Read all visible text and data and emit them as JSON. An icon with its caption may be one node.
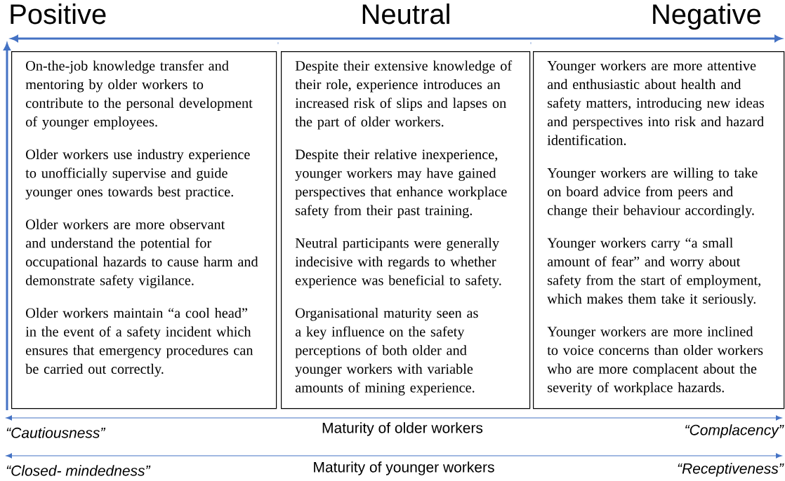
{
  "diagram": {
    "nodes": [
      {
        "text": [
          "On-the-job knowledge transfer and mentoring by older workers to contribute to the personal development of younger employees.",
          "Older workers use industry experience to unofficially supervise and guide younger ones towards best practice.",
          "Older workers are more observant and understand the potential for occupational hazards to cause harm and demonstrate safety vigilance.",
          "Older workers maintain “a cool head” in the event of a safety incident which ensures that emergency procedures can be carried out correctly."
        ]
      },
      {
        "text": [
          "Despite their extensive knowledge of their role, experience introduces an increased risk of slips and lapses on the part of older workers.",
          "Despite their relative inexperience, younger workers may have gained perspectives that enhance workplace safety from their past training.",
          "Neutral participants were generally indecisive with regards to whether experience was beneficial to safety.",
          "Organisational maturity seen as a key influence on the safety perceptions of both older and younger workers with variable amounts of mining experience."
        ]
      },
      {
        "text": [
          "Younger workers are more attentive and enthusiastic about health and safety matters, introducing new ideas and perspectives into risk and hazard identification.",
          "Younger workers are willing to take on board advice from peers and change their behaviour accordingly.",
          "Younger workers carry “a small amount of fear” and worry about safety from the start of employment, which makes them take it seriously.",
          "Younger workers are more inclined to voice concerns than older workers who are more complacent about the severity of workplace hazards."
        ]
      }
    ],
    "edges": [],
    "labels": [
      "Positive",
      "Neutral",
      "Negative",
      "“Cautiousness”",
      "Maturity of older workers",
      "“Complacency”",
      "“Closed- mindedness”",
      "Maturity of younger workers",
      "“Receptiveness”"
    ]
  }
}
